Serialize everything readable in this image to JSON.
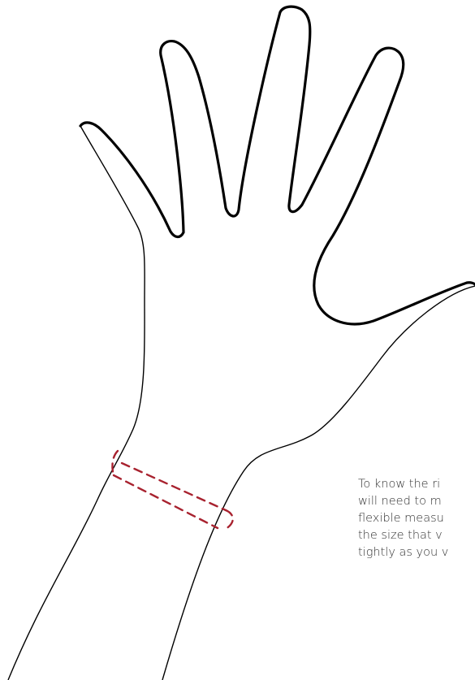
{
  "colors": {
    "outline": "#000000",
    "measure_band": "#a8222f",
    "text": "#333333",
    "background": "#ffffff"
  },
  "instruction": {
    "lines": [
      "To know the ri",
      "will need to m",
      "flexible measu",
      "the size that v",
      "tightly as you v"
    ]
  }
}
